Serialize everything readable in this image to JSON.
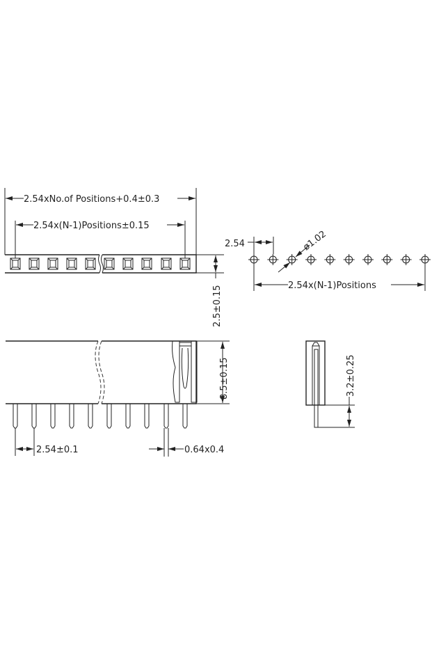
{
  "labels": {
    "overall_length": "2.54xNo.of  Positions+0.4±0.3",
    "pitch_span_tol": "2.54x(N-1)Positions±0.15",
    "width": "2.5±0.15",
    "height": "8.5±0.15",
    "pitch_tol": "2.54±0.1",
    "pin_size": "0.64x0.4",
    "hole_pitch": "2.54",
    "hole_diameter": "ø1.02",
    "pitch_span": "2.54x(N-1)Positions",
    "pin_length": "3.2±0.25"
  },
  "positions_shown": 10
}
